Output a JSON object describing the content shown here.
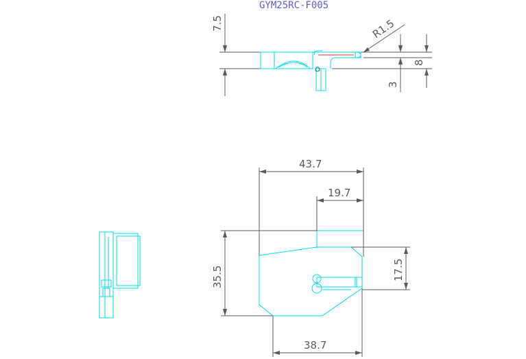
{
  "title": "GYM25RC-F005",
  "top_view": {
    "dim_height": "7.5",
    "dim_radius": "R1.5",
    "dim_right_upper": "8",
    "dim_right_lower": "3"
  },
  "front_view": {
    "dim_width_top": "43.7",
    "dim_width_inner": "19.7",
    "dim_height_left": "35.5",
    "dim_height_right": "17.5",
    "dim_width_bottom": "38.7"
  },
  "colors": {
    "part_outline": "#00d8e8",
    "dimension": "#5a5a5a",
    "title": "#5b5bd6",
    "highlight": "#e03030"
  }
}
